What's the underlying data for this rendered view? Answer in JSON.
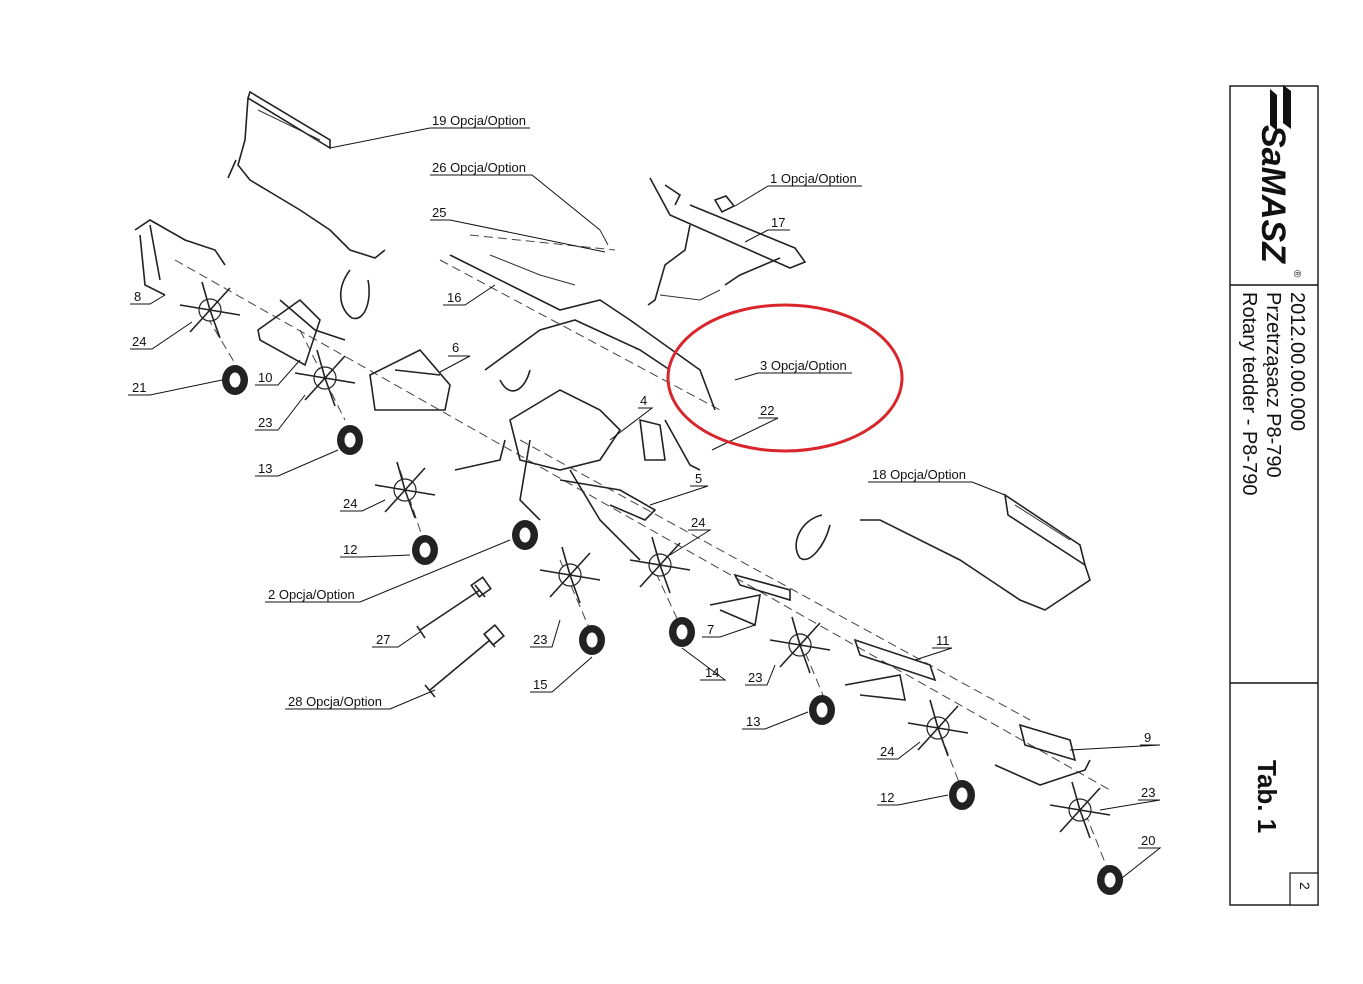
{
  "title_block": {
    "brand": "SaMASZ",
    "registered_mark": "®",
    "drawing_number": "2012.00.00.000",
    "name_pl": "Przetrząsacz P8-790",
    "name_en": "Rotary tedder - P8-790",
    "table": "Tab. 1",
    "page": "2"
  },
  "callouts": [
    {
      "id": "c19",
      "text": "19 Opcja/Option"
    },
    {
      "id": "c26",
      "text": "26 Opcja/Option"
    },
    {
      "id": "c1",
      "text": "1 Opcja/Option"
    },
    {
      "id": "c17",
      "text": "17"
    },
    {
      "id": "c25",
      "text": "25"
    },
    {
      "id": "c8",
      "text": "8"
    },
    {
      "id": "c16",
      "text": "16"
    },
    {
      "id": "c24a",
      "text": "24"
    },
    {
      "id": "c6",
      "text": "6"
    },
    {
      "id": "c3",
      "text": "3 Opcja/Option"
    },
    {
      "id": "c21",
      "text": "21"
    },
    {
      "id": "c10",
      "text": "10"
    },
    {
      "id": "c4",
      "text": "4"
    },
    {
      "id": "c22",
      "text": "22"
    },
    {
      "id": "c23a",
      "text": "23"
    },
    {
      "id": "c13a",
      "text": "13"
    },
    {
      "id": "c18",
      "text": "18 Opcja/Option"
    },
    {
      "id": "c5",
      "text": "5"
    },
    {
      "id": "c24b",
      "text": "24"
    },
    {
      "id": "c24c",
      "text": "24"
    },
    {
      "id": "c12a",
      "text": "12"
    },
    {
      "id": "c2",
      "text": "2 Opcja/Option"
    },
    {
      "id": "c27",
      "text": "27"
    },
    {
      "id": "c23b",
      "text": "23"
    },
    {
      "id": "c7",
      "text": "7"
    },
    {
      "id": "c11",
      "text": "11"
    },
    {
      "id": "c14",
      "text": "14"
    },
    {
      "id": "c15",
      "text": "15"
    },
    {
      "id": "c23c",
      "text": "23"
    },
    {
      "id": "c28",
      "text": "28 Opcja/Option"
    },
    {
      "id": "c13b",
      "text": "13"
    },
    {
      "id": "c9",
      "text": "9"
    },
    {
      "id": "c24d",
      "text": "24"
    },
    {
      "id": "c23d",
      "text": "23"
    },
    {
      "id": "c12b",
      "text": "12"
    },
    {
      "id": "c20",
      "text": "20"
    }
  ],
  "colors": {
    "ink": "#111111",
    "highlight_circle": "#d9262c",
    "background": "#ffffff"
  }
}
